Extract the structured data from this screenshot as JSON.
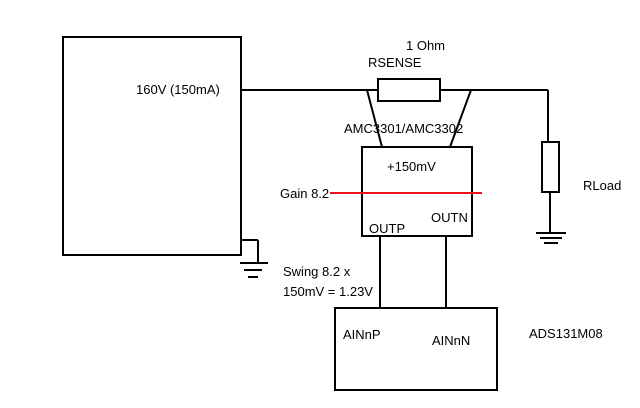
{
  "colors": {
    "wire": "#000000",
    "gain_line": "#e8141c",
    "background": "#ffffff"
  },
  "labels": {
    "source": "160V (150mA)",
    "resistor_value": "1 Ohm",
    "resistor_name": "RSENSE",
    "amp_part": "AMC3301/AMC3302",
    "amp_input": "+150mV",
    "gain": "Gain 8.2",
    "outn": "OUTN",
    "outp": "OUTP",
    "load": "RLoad",
    "swing_line1": "Swing 8.2 x",
    "swing_line2": "150mV = 1.23V",
    "adc_p": "AINnP",
    "adc_n": "AINnN",
    "adc_part": "ADS131M08"
  }
}
